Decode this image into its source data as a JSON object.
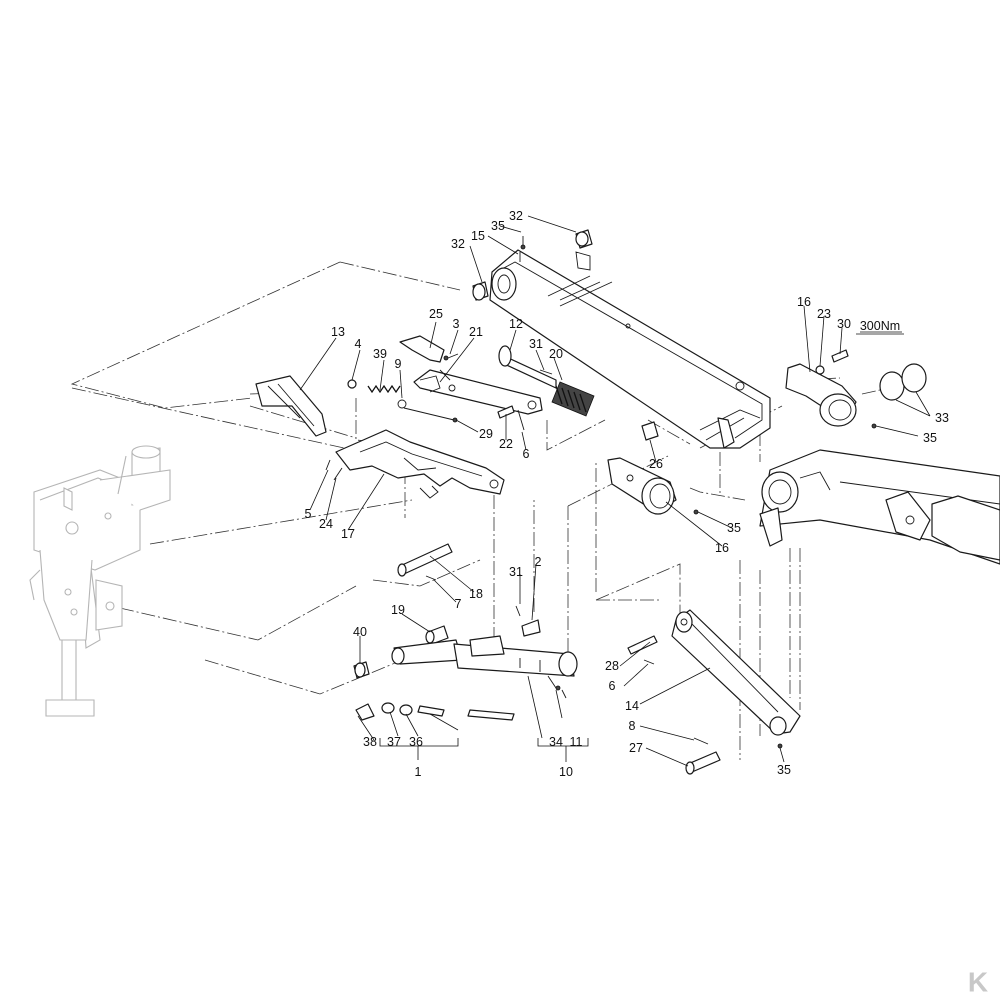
{
  "callouts": [
    "1",
    "2",
    "3",
    "4",
    "5",
    "6",
    "6",
    "6",
    "7",
    "8",
    "9",
    "10",
    "11",
    "12",
    "13",
    "14",
    "15",
    "16",
    "16",
    "17",
    "18",
    "19",
    "20",
    "21",
    "22",
    "23",
    "24",
    "25",
    "26",
    "27",
    "28",
    "29",
    "30",
    "31",
    "31",
    "32",
    "32",
    "33",
    "34",
    "35",
    "35",
    "35",
    "35",
    "35",
    "36",
    "37",
    "38",
    "39",
    "40"
  ],
  "torque": "300Nm",
  "logo_text": "K"
}
